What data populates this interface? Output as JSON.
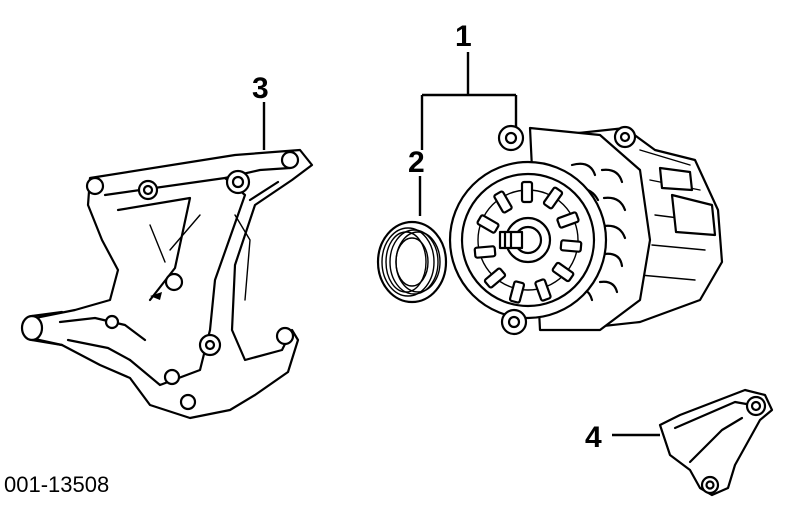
{
  "diagram": {
    "figure_id": "001-13508",
    "callouts": [
      {
        "id": "callout-1",
        "label": "1"
      },
      {
        "id": "callout-2",
        "label": "2"
      },
      {
        "id": "callout-3",
        "label": "3"
      },
      {
        "id": "callout-4",
        "label": "4"
      }
    ]
  }
}
